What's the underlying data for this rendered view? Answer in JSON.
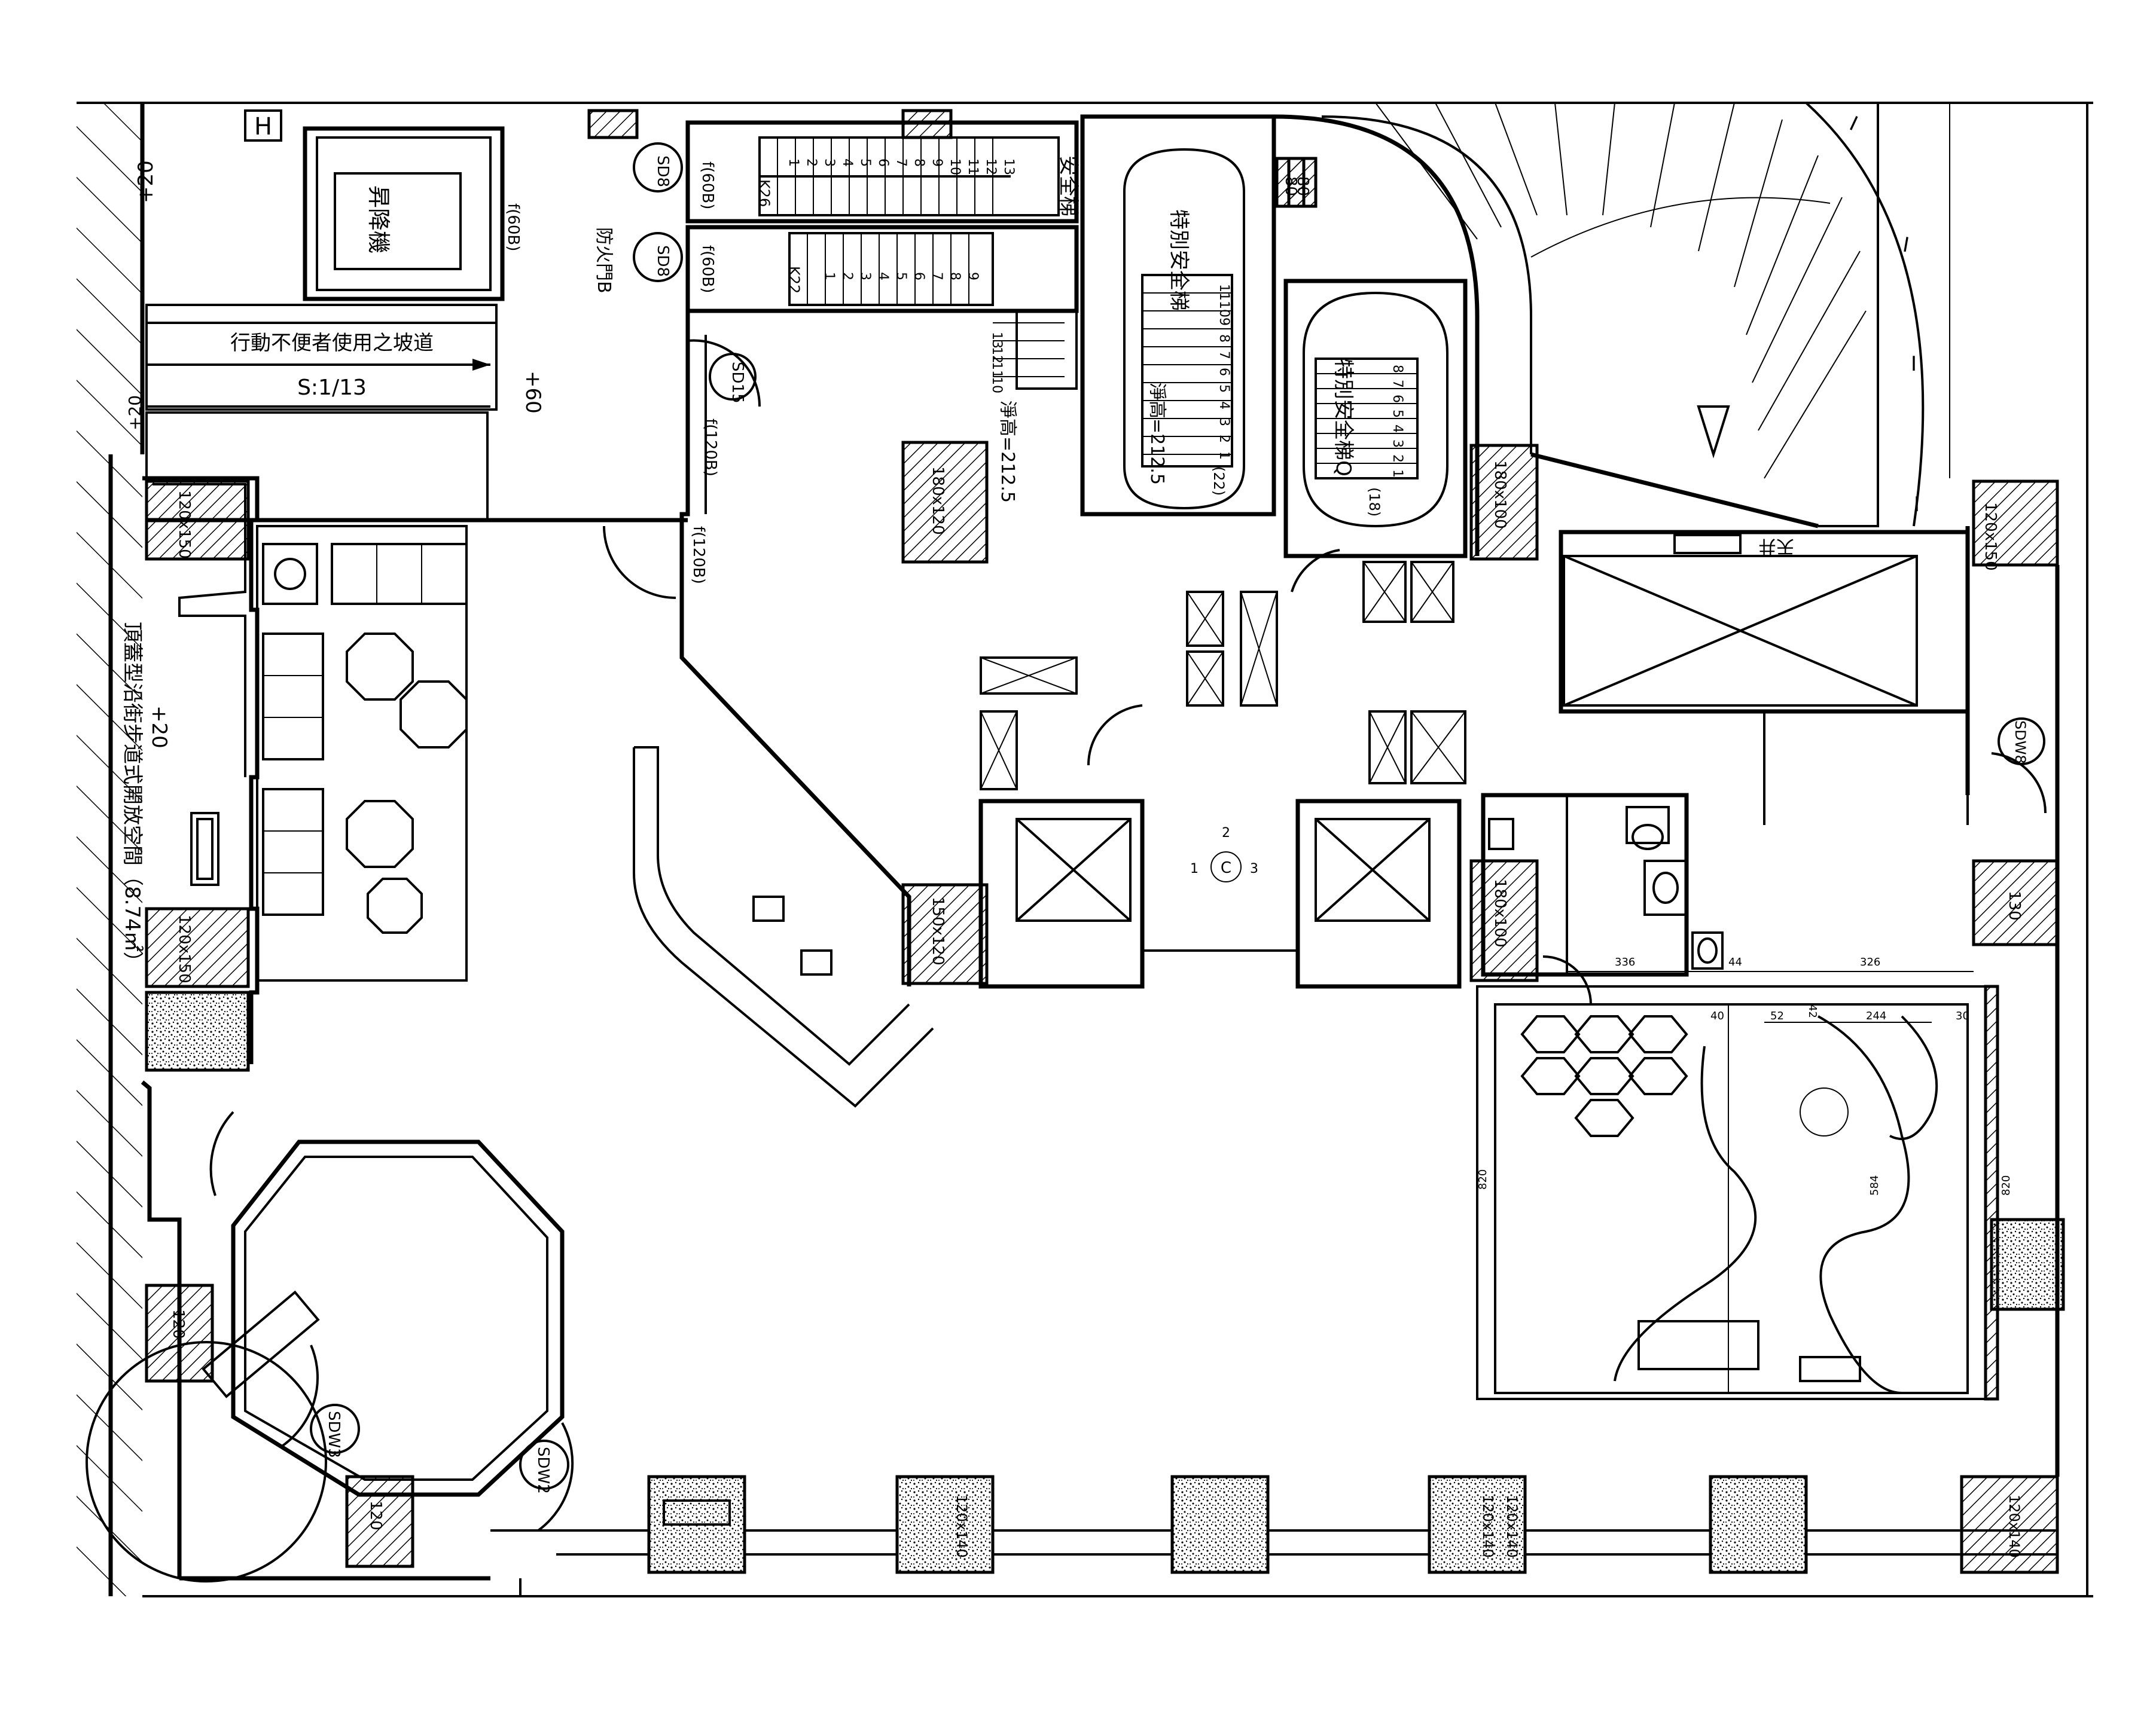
{
  "labels": {
    "ramp_title": "行動不便者使用之坡道",
    "ramp_slope": "S:1/13",
    "lift": "昇降機",
    "safety_stair": "安全梯",
    "special_safety_stair_1": "特別安全梯",
    "special_safety_stair_2": "特別安全梯Q",
    "clear_height_1": "淨高=212.5",
    "clear_height_2": "淨高=212.5",
    "fire_door": "防火門B",
    "open_space": "頂蓋型沿街步道式開放空間（8.74㎡）",
    "level_plus20_top": "+20",
    "level_plus60": "+60",
    "level_plus20_mid": "+20",
    "level_plus20_side": "+20",
    "door_f60b_1": "f(60B)",
    "door_f60b_2": "f(60B)",
    "door_f60b_3": "f(60B)",
    "door_f120b_1": "f(120B)",
    "door_f120b_2": "f(120B)",
    "door_sd8_1": "SD8",
    "door_sd8_2": "SD8",
    "door_sd15": "SD15",
    "door_sdw8": "SDW8",
    "door_sdw3": "SDW3",
    "door_sdw2": "SDW2",
    "stair_k26": "K26",
    "stair_k22_1": "K22",
    "stair_k22_2": "(22)",
    "stair_k18": "(18)",
    "column_120x150_a": "120x150",
    "column_120x150_b": "120x150",
    "column_180x120": "180x120",
    "column_150x120": "150x120",
    "column_80_a": "80",
    "column_80_b": "80",
    "column_180x100_a": "180x100",
    "column_180x100_b": "180x100",
    "column_120_a": "120",
    "column_120_b": "120",
    "column_120x150_c": "120x150",
    "column_130": "130",
    "column_120x140_a": "120x140",
    "column_120x140_b": "120x140",
    "column_120x140_c": "120x140",
    "column_120x140_d": "120x140",
    "marker_c": "C",
    "marker_1": "1",
    "marker_2": "2",
    "marker_3": "3",
    "dim_336": "336",
    "dim_44": "44",
    "dim_326": "326",
    "dim_40": "40",
    "dim_52": "52",
    "dim_42": "42",
    "dim_244": "244",
    "dim_30": "30",
    "dim_820_a": "820",
    "dim_584": "584",
    "dim_820_b": "820",
    "void_label": "天井",
    "elevator_h": "H",
    "stair_arc_i_1": "I",
    "stair_arc_i_2": "I",
    "stair_arc_i_3": "I",
    "stair_arc_i_4": "I"
  },
  "stair_numbers": {
    "flight_1": [
      "13",
      "12",
      "11",
      "10",
      "9",
      "8",
      "7",
      "6",
      "5",
      "4",
      "3",
      "2",
      "1"
    ],
    "flight_2": [
      "9",
      "8",
      "7",
      "6",
      "5",
      "4",
      "3",
      "2",
      "1"
    ],
    "flight_3": [
      "13",
      "12",
      "11",
      "10"
    ],
    "flight_4": [
      "11",
      "10",
      "9",
      "8",
      "7",
      "6",
      "5",
      "4",
      "3",
      "2",
      "1"
    ],
    "flight_5": [
      "8",
      "7",
      "6",
      "5",
      "4",
      "3",
      "2",
      "1"
    ]
  },
  "colors": {
    "line": "#000000",
    "background": "#ffffff"
  }
}
